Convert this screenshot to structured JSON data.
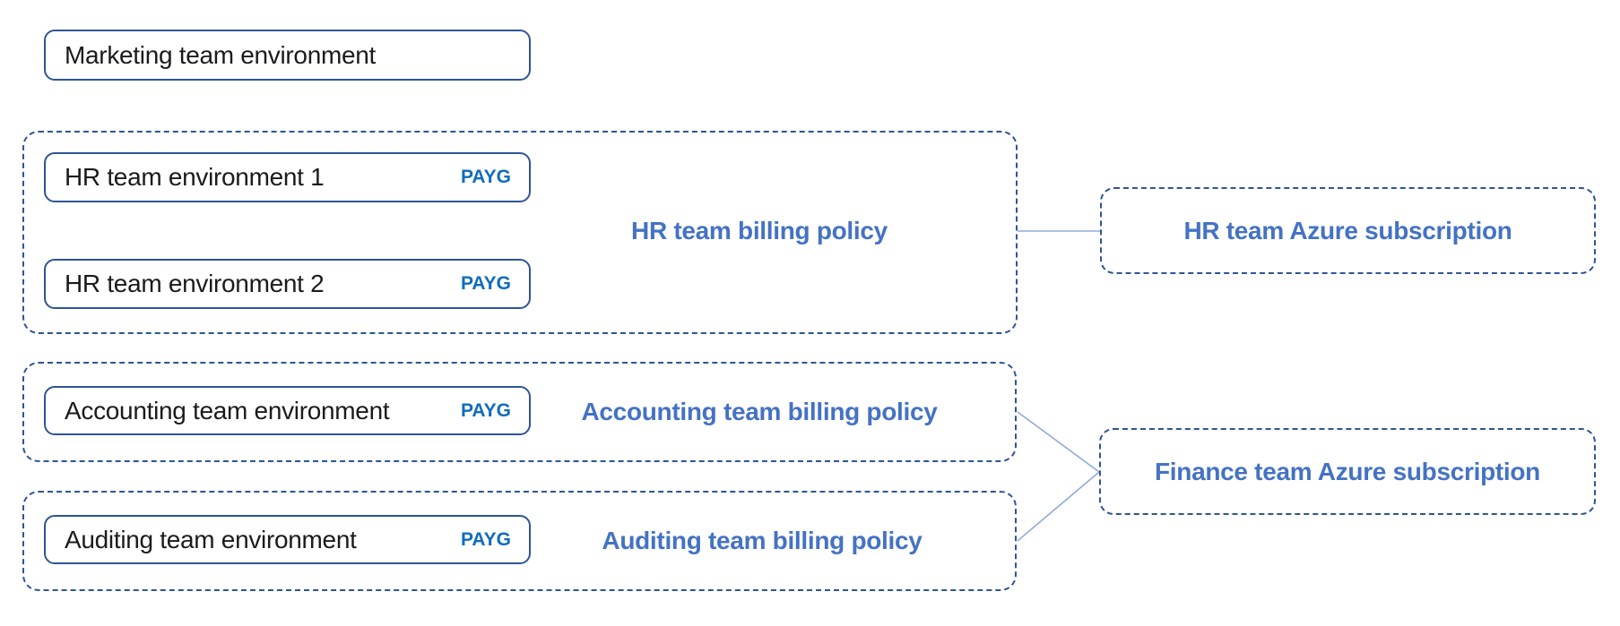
{
  "colors": {
    "solid_border": "#2F5496",
    "dashed_border": "#2E5496",
    "policy_label_blue": "#4472C4",
    "payg_blue": "#0F6CBD",
    "env_text": "#1b1b1b",
    "connector_line": "#8FAADC",
    "background": "#ffffff"
  },
  "marketing": {
    "label": "Marketing team environment"
  },
  "hr_group": {
    "policy_label": "HR team billing policy",
    "environments": [
      {
        "label": "HR team environment 1",
        "badge": "PAYG"
      },
      {
        "label": "HR team environment 2",
        "badge": "PAYG"
      }
    ]
  },
  "accounting_group": {
    "policy_label": "Accounting team billing policy",
    "environments": [
      {
        "label": "Accounting team environment",
        "badge": "PAYG"
      }
    ]
  },
  "auditing_group": {
    "policy_label": "Auditing team billing policy",
    "environments": [
      {
        "label": "Auditing team environment",
        "badge": "PAYG"
      }
    ]
  },
  "subscriptions": {
    "hr": {
      "label": "HR team Azure subscription"
    },
    "finance": {
      "label": "Finance team Azure subscription"
    }
  }
}
